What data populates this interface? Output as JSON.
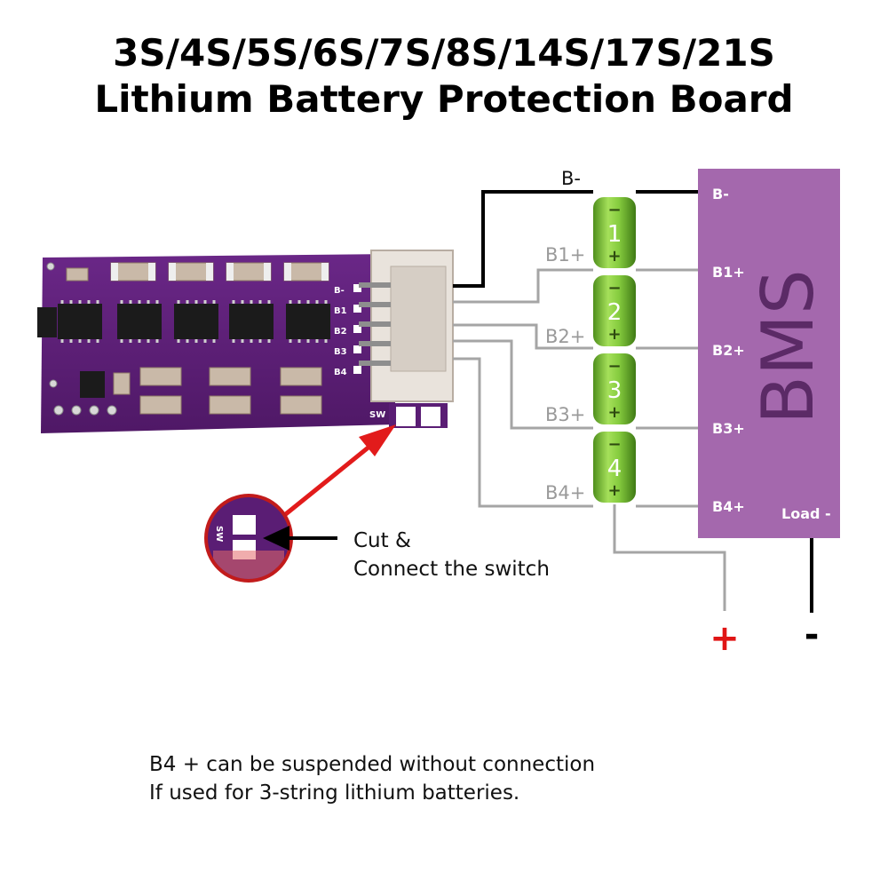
{
  "title": {
    "line1": "3S/4S/5S/6S/7S/8S/14S/17S/21S",
    "line2": "Lithium Battery Protection Board"
  },
  "board": {
    "pins": [
      "B-",
      "B1",
      "B2",
      "B3",
      "B4"
    ],
    "switch_label": "SW"
  },
  "wire_labels": {
    "b_minus": "B-",
    "b1_plus": "B1+",
    "b2_plus": "B2+",
    "b3_plus": "B3+",
    "b4_plus": "B4+"
  },
  "cells": [
    {
      "number": "1",
      "minus": "−",
      "plus": "+"
    },
    {
      "number": "2",
      "minus": "−",
      "plus": "+"
    },
    {
      "number": "3",
      "minus": "−",
      "plus": "+"
    },
    {
      "number": "4",
      "minus": "−",
      "plus": "+"
    }
  ],
  "bms": {
    "name": "BMS",
    "terminals": [
      "B-",
      "B1+",
      "B2+",
      "B3+",
      "B4+"
    ],
    "load_minus": "Load -"
  },
  "output": {
    "plus": "+",
    "minus": "-"
  },
  "callout": {
    "zoom_label": "SW",
    "line1": "Cut &",
    "line2": "Connect the switch"
  },
  "note": {
    "line1": "B4 + can be suspended without connection",
    "line2": "If used for 3-string lithium batteries."
  },
  "colors": {
    "pcb": "#5e1f78",
    "bms": "#a468ad",
    "cell": "#7fc43a",
    "arrow": "#e21b1b",
    "wire_grey": "#a5a5a5",
    "wire_black": "#000000"
  }
}
